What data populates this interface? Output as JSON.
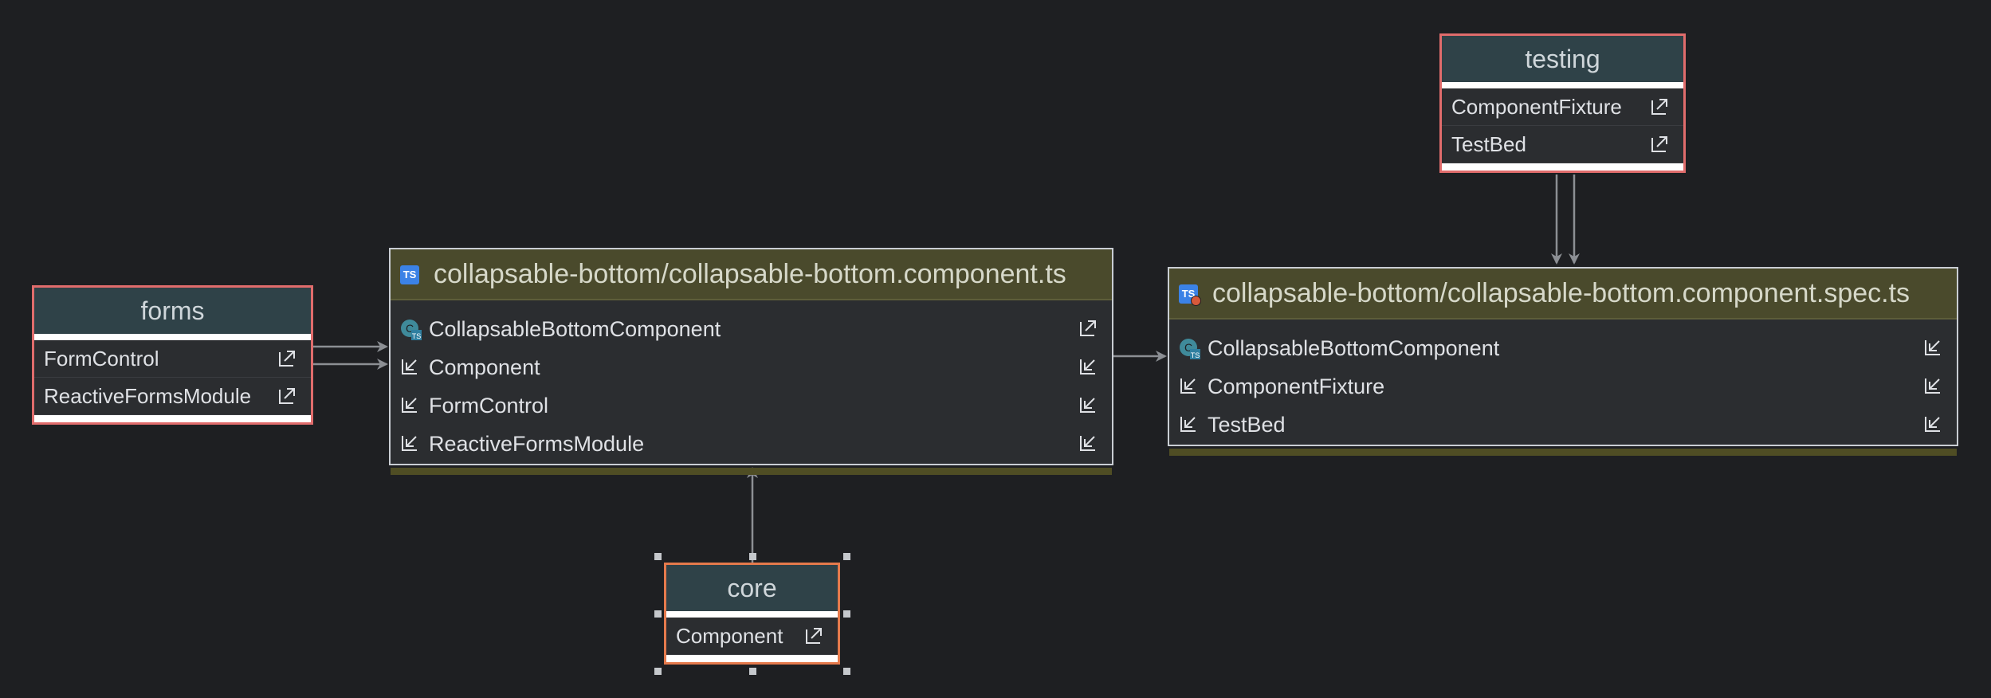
{
  "nodes": {
    "forms": {
      "title": "forms",
      "rows": [
        "FormControl",
        "ReactiveFormsModule"
      ]
    },
    "testing": {
      "title": "testing",
      "rows": [
        "ComponentFixture",
        "TestBed"
      ]
    },
    "core": {
      "title": "core",
      "rows": [
        "Component"
      ]
    },
    "component_file": {
      "title": "collapsable-bottom/collapsable-bottom.component.ts",
      "file_badge": "TS",
      "rows": [
        "CollapsableBottomComponent",
        "Component",
        "FormControl",
        "ReactiveFormsModule"
      ]
    },
    "spec_file": {
      "title": "collapsable-bottom/collapsable-bottom.component.spec.ts",
      "file_badge": "TS",
      "rows": [
        "CollapsableBottomComponent",
        "ComponentFixture",
        "TestBed"
      ]
    }
  },
  "icons": {
    "export": "export-arrow-icon",
    "import": "import-arrow-icon",
    "class": "class-icon",
    "file": "typescript-file-icon"
  },
  "colors": {
    "background": "#1e1f22",
    "module_border": "#e06c6c",
    "module_header": "#2f4248",
    "file_header": "#4a4a2c",
    "file_border": "#c9cdd3",
    "edge": "#8c8f94",
    "selection": "#e57a4c"
  }
}
